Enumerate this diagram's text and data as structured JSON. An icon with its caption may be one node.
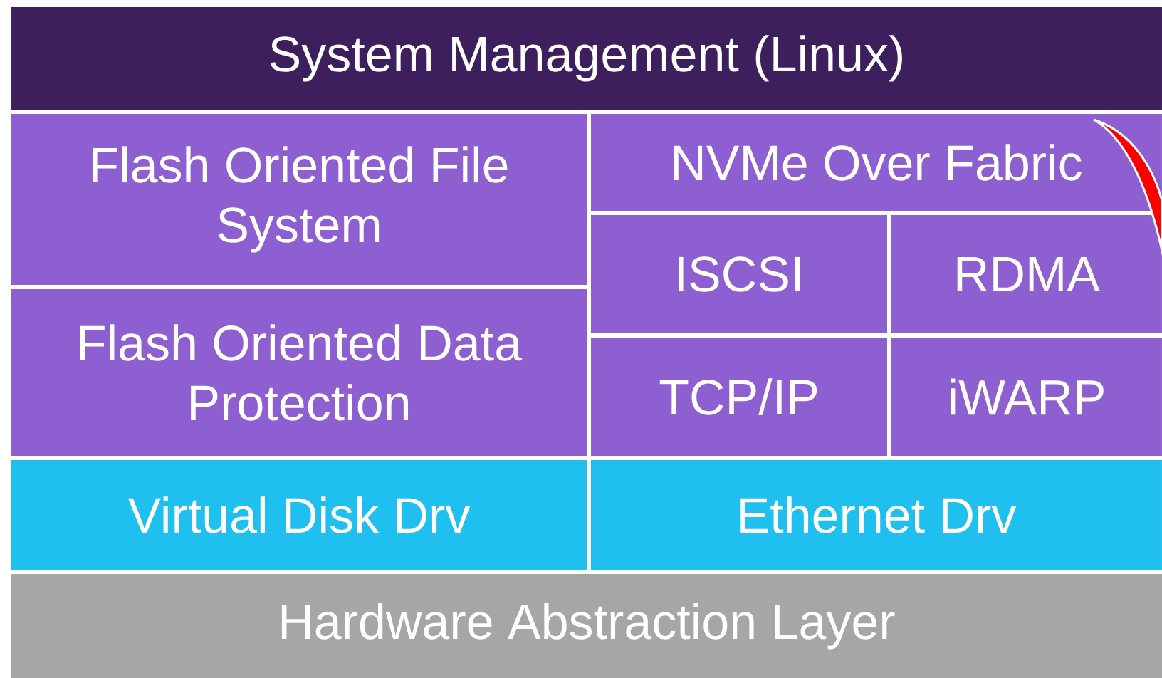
{
  "diagram": {
    "nodes": [
      {
        "text": [
          "System Management (Linux)"
        ]
      },
      {
        "text": [
          "Flash Oriented File System"
        ]
      },
      {
        "text": [
          "Flash Oriented Data Protection"
        ]
      },
      {
        "text": [
          "NVMe Over Fabric"
        ]
      },
      {
        "text": [
          "ISCSI"
        ]
      },
      {
        "text": [
          "RDMA"
        ]
      },
      {
        "text": [
          "TCP/IP"
        ]
      },
      {
        "text": [
          "iWARP"
        ]
      },
      {
        "text": [
          "Virtual Disk Drv"
        ]
      },
      {
        "text": [
          "Ethernet Drv"
        ]
      },
      {
        "text": [
          "Hardware Abstraction Layer"
        ]
      }
    ]
  }
}
